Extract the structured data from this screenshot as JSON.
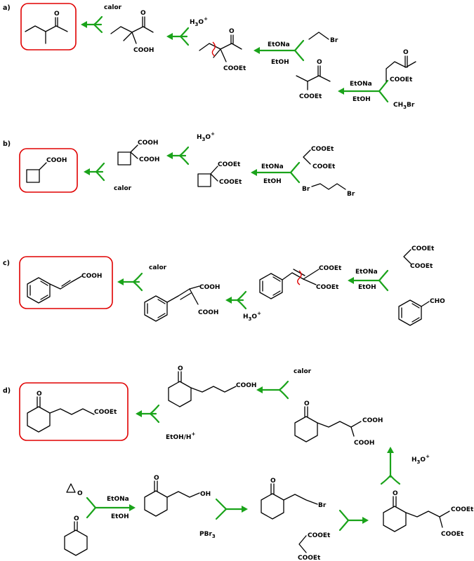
{
  "parts": {
    "a": "a)",
    "b": "b)",
    "c": "c)",
    "d": "d)"
  },
  "reagents": {
    "calor": "calor",
    "etona": "EtONa",
    "etoh": "EtOH",
    "h3o": "H",
    "h3o_sub": "3",
    "h3o_o": "O",
    "h3o_sup": "+",
    "ch3br_a": "CH",
    "ch3br_sub": "3",
    "ch3br_b": "Br",
    "pbr3_a": "PBr",
    "pbr3_sub": "3",
    "etoh_h": "EtOH/H",
    "etoh_h_sup": "+"
  },
  "groups": {
    "cooh": "COOH",
    "cooet": "COOEt",
    "cho": "CHO",
    "br": "Br",
    "o": "O",
    "oh": "OH"
  },
  "colors": {
    "arrow": "#1aa31a",
    "box": "#e00000",
    "ink": "#000000"
  }
}
